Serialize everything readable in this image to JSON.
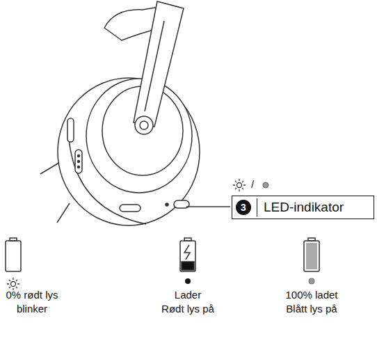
{
  "diagram": {
    "nodes": [
      {
        "text": [
          "3",
          "LED-indikator"
        ]
      }
    ],
    "labels": [
      "/",
      "0% rødt lys blinker",
      "Lader",
      "Rødt lys på",
      "100% ladet",
      "Blått lys på"
    ]
  }
}
